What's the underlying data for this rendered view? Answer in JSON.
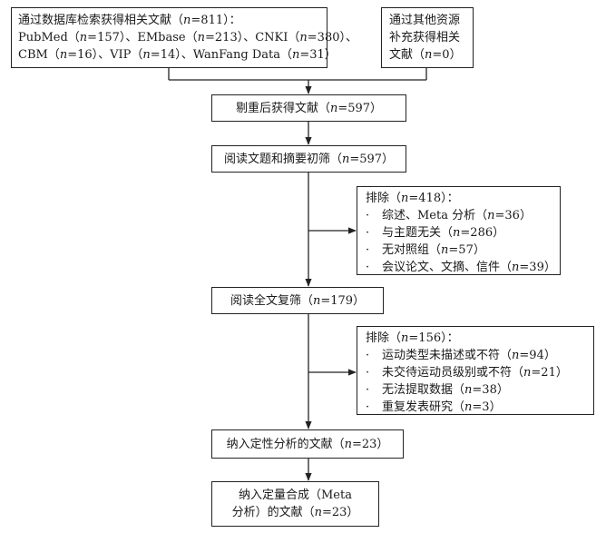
{
  "boxes": {
    "databases": {
      "lines": [
        "通过数据库检索获得相关文献（n=811）：",
        "PubMed（n=157）、EMbase（n=213）、CNKI（n=380）、",
        "CBM（n=16）、VIP（n=14）、WanFang Data（n=31）"
      ]
    },
    "other_sources": {
      "lines": [
        "通过其他资源",
        "补充获得相关",
        "文献（n=0）"
      ]
    },
    "dedup": {
      "text": "剔重后获得文献（n=597）"
    },
    "title_abstract": {
      "text": "阅读文题和摘要初筛（n=597）"
    },
    "exclusion1": {
      "heading": "排除（n=418）：",
      "items": [
        "综述、Meta 分析（n=36）",
        "与主题无关（n=286）",
        "无对照组（n=57）",
        "会议论文、文摘、信件（n=39）"
      ]
    },
    "full_text": {
      "text": "阅读全文复筛（n=179）"
    },
    "exclusion2": {
      "heading": "排除（n=156）：",
      "items": [
        "运动类型未描述或不符（n=94）",
        "未交待运动员级别或不符（n=21）",
        "无法提取数据（n=38）",
        "重复发表研究（n=3）"
      ]
    },
    "qualitative": {
      "text": "纳入定性分析的文献（n=23）"
    },
    "quantitative": {
      "lines": [
        "纳入定量合成（Meta",
        "分析）的文献（n=23）"
      ]
    }
  },
  "bullet_symbol": "·"
}
